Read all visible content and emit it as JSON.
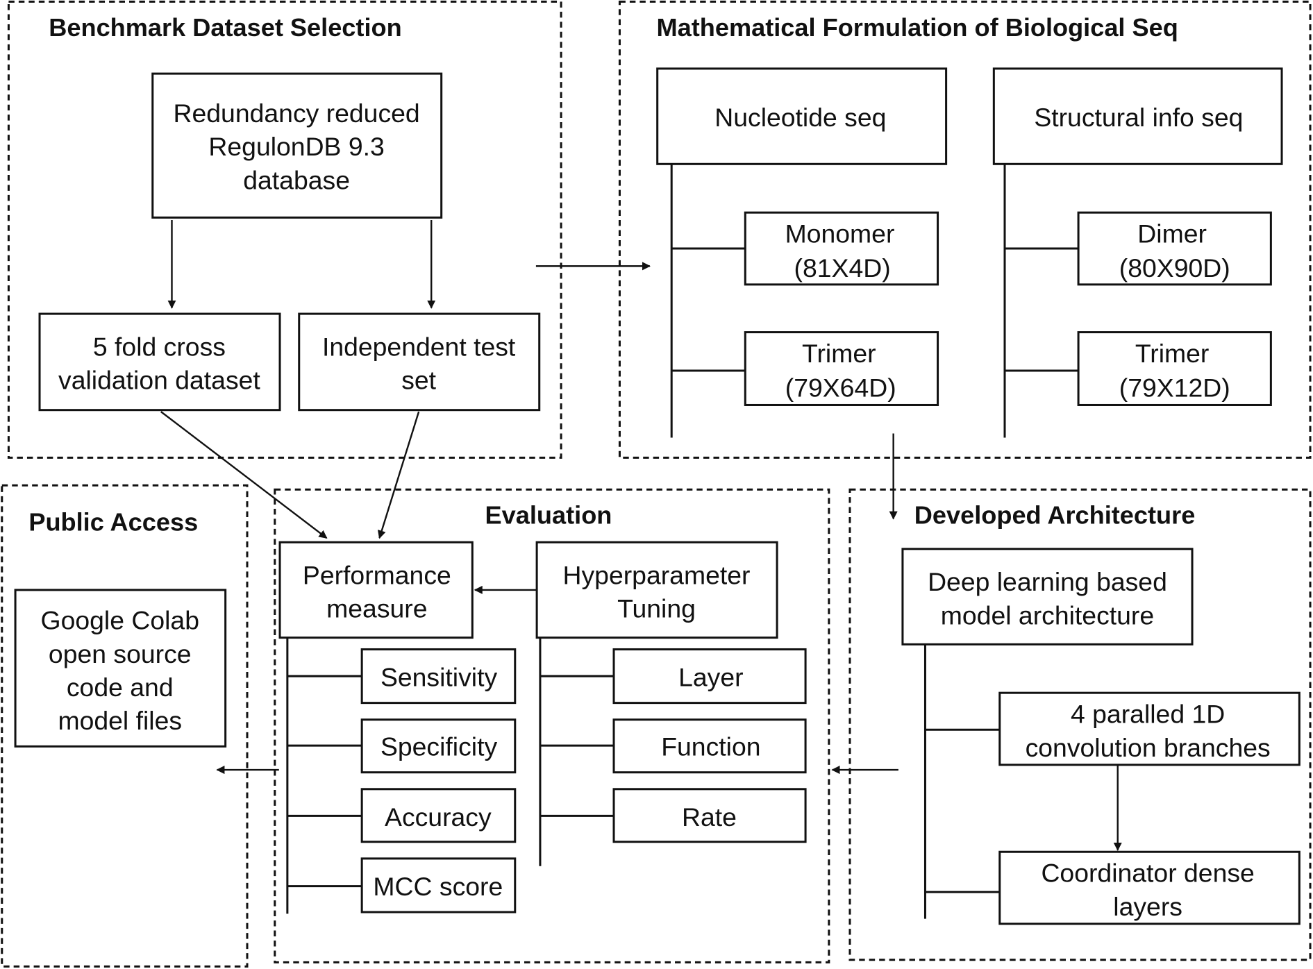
{
  "sections": {
    "benchmark": {
      "title": "Benchmark Dataset Selection",
      "source": [
        "Redundancy reduced",
        "RegulonDB 9.3",
        "database"
      ],
      "cv": [
        "5 fold cross",
        "validation dataset"
      ],
      "test": [
        "Independent test",
        "set"
      ]
    },
    "formulation": {
      "title": "Mathematical Formulation of Biological Seq",
      "nucleotide": "Nucleotide seq",
      "structural": "Structural info seq",
      "monomer": [
        "Monomer",
        "(81X4D)"
      ],
      "trimer_nuc": [
        "Trimer",
        "(79X64D)"
      ],
      "dimer": [
        "Dimer",
        "(80X90D)"
      ],
      "trimer_struct": [
        "Trimer",
        "(79X12D)"
      ]
    },
    "public": {
      "title": "Public Access",
      "colab": [
        "Google Colab",
        "open source",
        "code and",
        "model files"
      ]
    },
    "evaluation": {
      "title": "Evaluation",
      "performance": [
        "Performance",
        "measure"
      ],
      "hyper": [
        "Hyperparameter",
        "Tuning"
      ],
      "metrics": [
        "Sensitivity",
        "Specificity",
        "Accuracy",
        "MCC score"
      ],
      "params": [
        "Layer",
        "Function",
        "Rate"
      ]
    },
    "architecture": {
      "title": "Developed Architecture",
      "model": [
        "Deep learning based",
        "model architecture"
      ],
      "branches": [
        "4 paralled 1D",
        "convolution branches"
      ],
      "dense": [
        "Coordinator dense",
        "layers"
      ]
    }
  }
}
